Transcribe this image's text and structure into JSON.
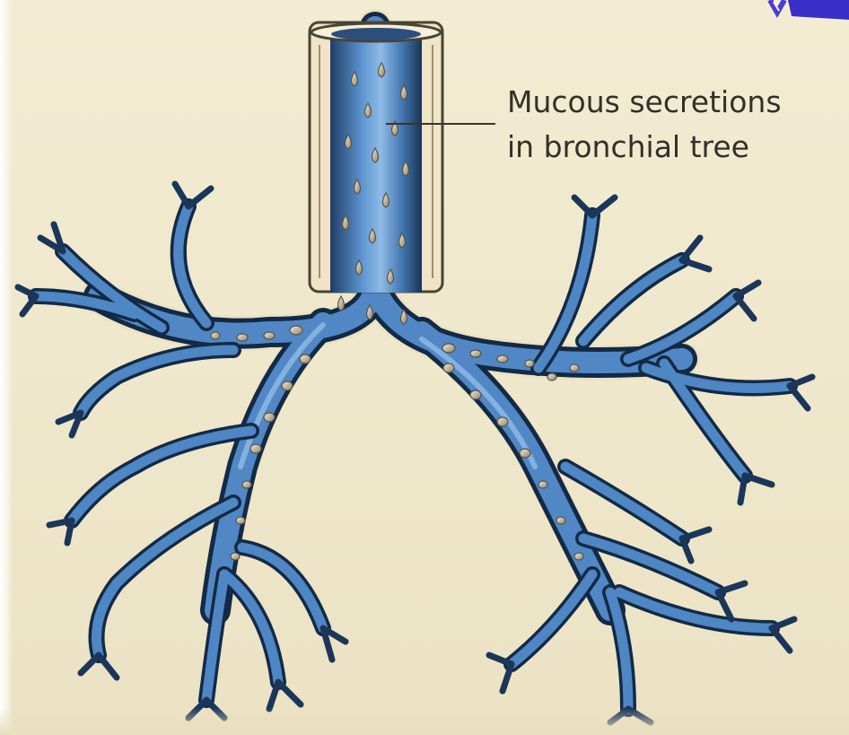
{
  "annotation": {
    "line1": "Mucous secretions",
    "line2": "in bronchial tree"
  },
  "colors": {
    "background": "#efe8cc",
    "airway_fill": "#4f86c4",
    "airway_light": "#93bde6",
    "airway_dark": "#142a44",
    "wall": "#ece2c4",
    "mucus": "#bdb49c"
  },
  "icons": [
    "bronchial-tree-illustration",
    "mucus-droplet"
  ]
}
